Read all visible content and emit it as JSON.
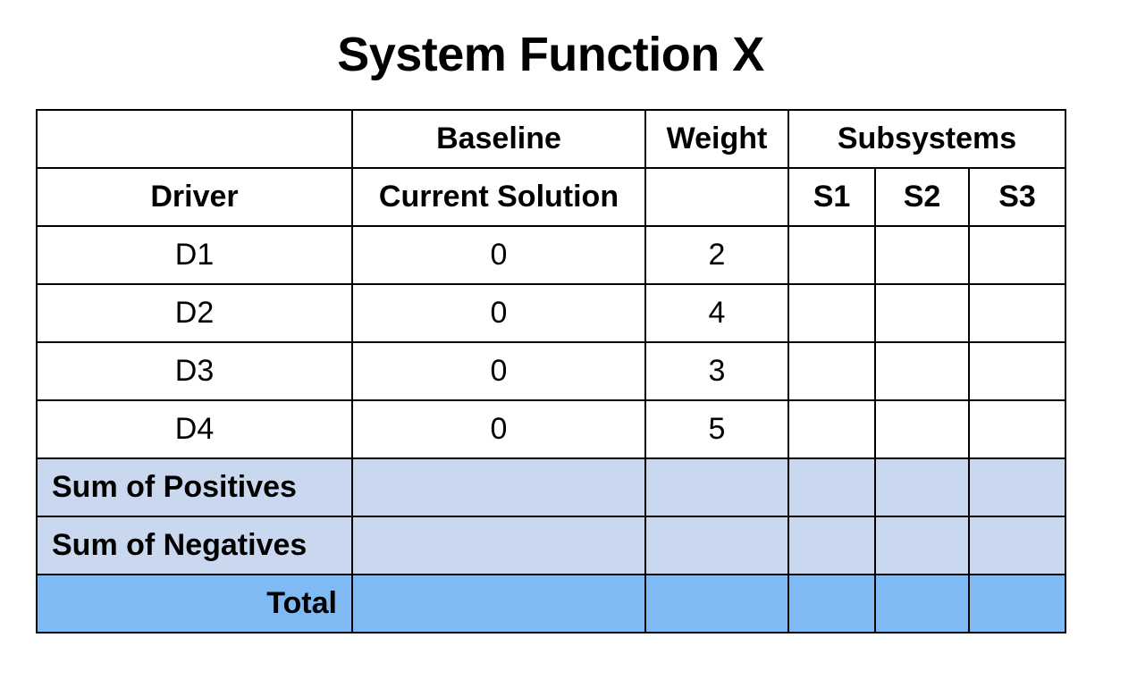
{
  "title": "System Function X",
  "header": {
    "baseline": "Baseline",
    "weight": "Weight",
    "subsystems": "Subsystems",
    "driver": "Driver",
    "current_solution": "Current Solution",
    "s1": "S1",
    "s2": "S2",
    "s3": "S3"
  },
  "rows": [
    {
      "driver": "D1",
      "baseline": "0",
      "weight": "2"
    },
    {
      "driver": "D2",
      "baseline": "0",
      "weight": "4"
    },
    {
      "driver": "D3",
      "baseline": "0",
      "weight": "3"
    },
    {
      "driver": "D4",
      "baseline": "0",
      "weight": "5"
    }
  ],
  "summary": {
    "positives": "Sum of Positives",
    "negatives": "Sum of Negatives",
    "total": "Total"
  },
  "colors": {
    "sum_rows": "#c9d7ef",
    "total_row": "#7fbaf5",
    "border": "#000000"
  }
}
